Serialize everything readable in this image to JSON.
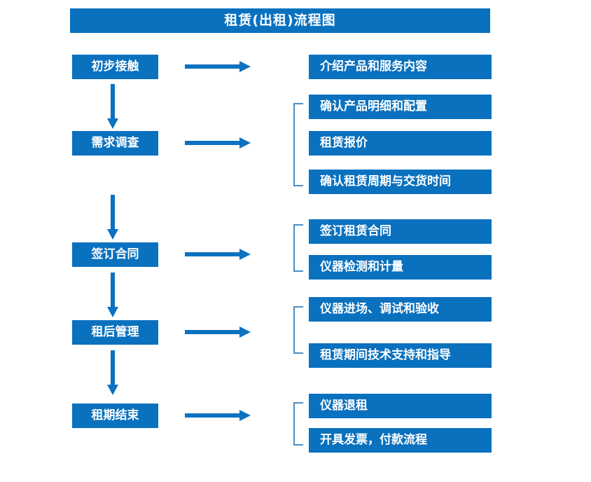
{
  "diagram": {
    "title": "租赁(出租)流程图",
    "accent_color": "#0a71bf",
    "bracket_color": "#4a8fc7",
    "text_color": "#ffffff",
    "background": "#ffffff",
    "stages": [
      {
        "id": "initial-contact",
        "label": "初步接触",
        "details": [
          "介绍产品和服务内容"
        ],
        "bracketed": false
      },
      {
        "id": "requirement-survey",
        "label": "需求调查",
        "details": [
          "确认产品明细和配置",
          "租赁报价",
          "确认租赁周期与交货时间"
        ],
        "bracketed": true
      },
      {
        "id": "sign-contract",
        "label": "签订合同",
        "details": [
          "签订租赁合同",
          "仪器检测和计量"
        ],
        "bracketed": true
      },
      {
        "id": "post-rental-management",
        "label": "租后管理",
        "details": [
          "仪器进场、调试和验收",
          "租赁期间技术支持和指导"
        ],
        "bracketed": true
      },
      {
        "id": "lease-end",
        "label": "租期结束",
        "details": [
          "仪器退租",
          "开具发票，付款流程"
        ],
        "bracketed": true
      }
    ],
    "details_flat": [
      "介绍产品和服务内容",
      "确认产品明细和配置",
      "租赁报价",
      "确认租赁周期与交货时间",
      "签订租赁合同",
      "仪器检测和计量",
      "仪器进场、调试和验收",
      "租赁期间技术支持和指导",
      "仪器退租",
      "开具发票，付款流程"
    ]
  }
}
